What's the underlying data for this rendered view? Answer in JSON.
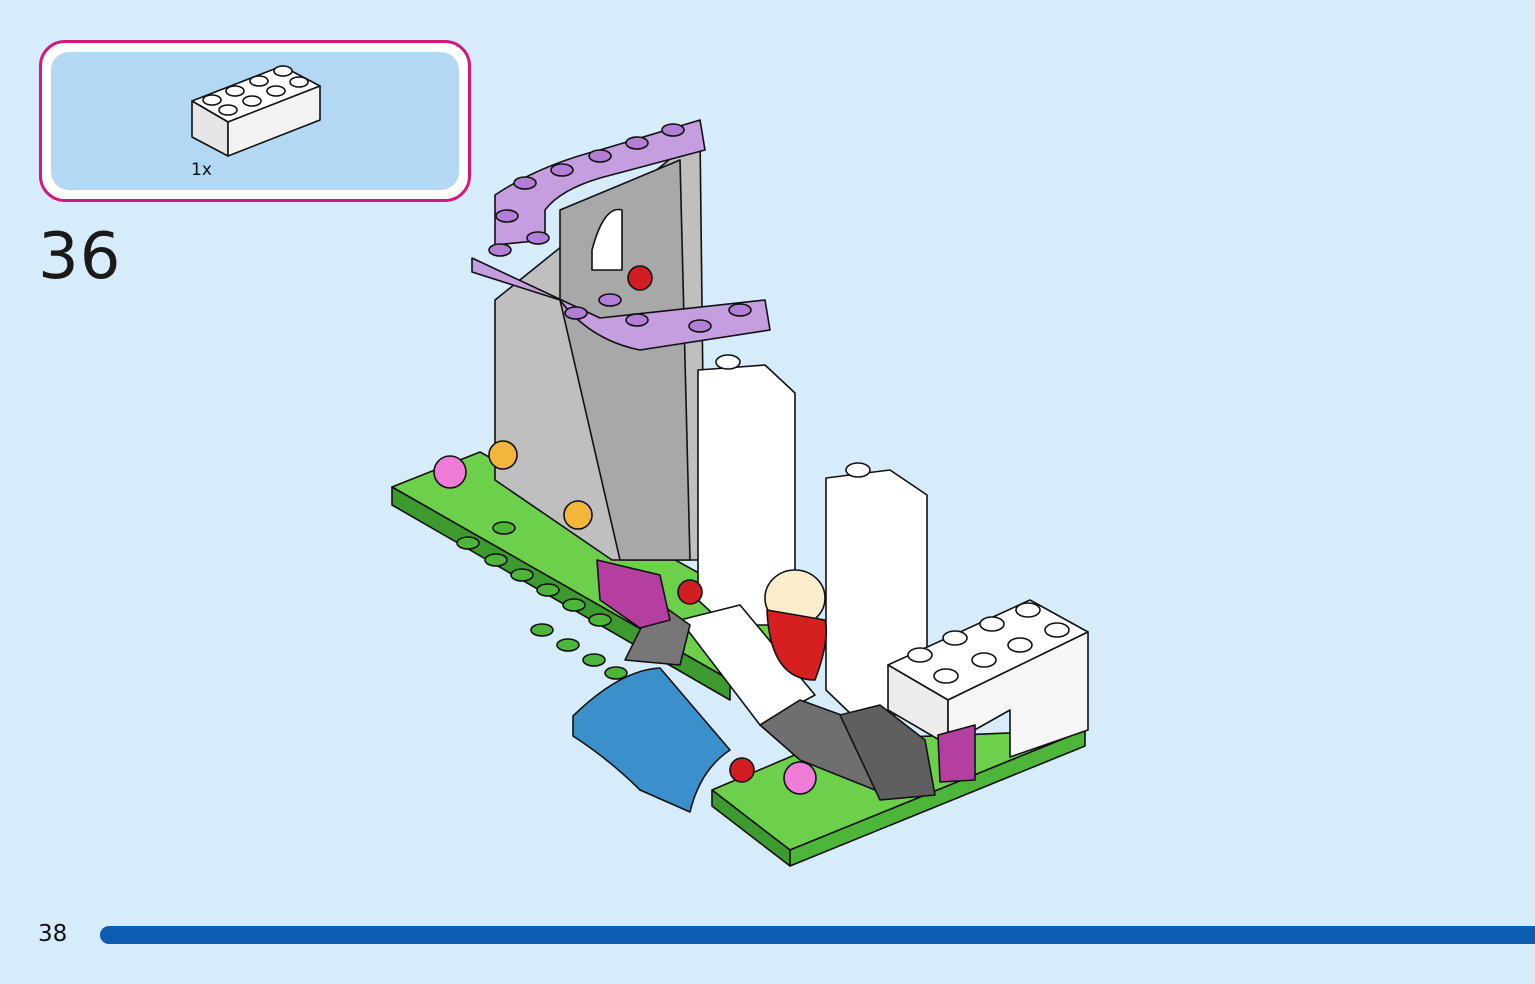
{
  "step": {
    "number": "36",
    "parts": [
      {
        "name": "white-brick-2x4-icon",
        "quantity": "1x"
      }
    ]
  },
  "page": {
    "number": "38"
  },
  "colors": {
    "background": "#d6ecfa",
    "parts_box_border": "#d4177e",
    "parts_box_fill": "#b2d8f4",
    "progress_bar": "#0c5db2"
  }
}
